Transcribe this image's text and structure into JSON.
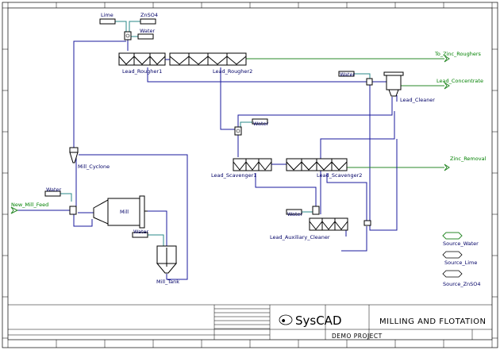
{
  "labels": {
    "lime": "Lime",
    "znso4": "ZnSO4",
    "water": "Water",
    "lead_rougher1": "Lead_Rougher1",
    "lead_rougher2": "Lead_Rougher2",
    "to_zinc_roughers": "To_Zinc_Roughers",
    "lead_concentrate": "Lead_Concentrate",
    "lead_cleaner": "Lead_Cleaner",
    "zinc_removal": "Zinc_Removal",
    "lead_scavenger1": "Lead_Scavenger1",
    "lead_scavenger2": "Lead_Scavenger2",
    "lead_auxiliary_cleaner": "Lead_Auxiliary_Cleaner",
    "mill_cyclone": "Mill_Cyclone",
    "new_mill_feed": "New_Mill_Feed",
    "mill": "Mill",
    "mill_tank": "Mill_Tank",
    "source_water": "Source_Water",
    "source_lime": "Source_Lime",
    "source_znso4": "Source_ZnSO4"
  },
  "title_block": {
    "logo_text": "SysCAD",
    "title": "MILLING AND FLOTATION",
    "subtitle": "DEMO PROJECT"
  },
  "colors": {
    "pipe": "#1a1a9c",
    "product_stream": "#2a8a2a",
    "water_stream": "#2a8a8a",
    "label": "#000066"
  }
}
